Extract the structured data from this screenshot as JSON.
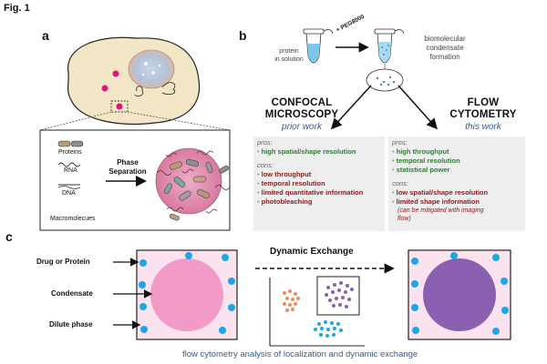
{
  "figure": {
    "title": "Fig. 1",
    "panels": {
      "a": "a",
      "b": "b",
      "c": "c"
    }
  },
  "panel_a": {
    "legend": {
      "proteins": "Proteins",
      "rna": "RNA",
      "dna": "DNA",
      "macromolecules": "Macromolecues"
    },
    "arrow_label_1": "Phase",
    "arrow_label_2": "Separation"
  },
  "panel_b": {
    "protein_label_1": "protein",
    "protein_label_2": "in solution",
    "peg_label": "+ PEG8000",
    "condensate_label_1": "biomolecular",
    "condensate_label_2": "condensate",
    "condensate_label_3": "formation",
    "confocal": {
      "title_1": "CONFOCAL",
      "title_2": "MICROSCOPY",
      "subtitle": "prior work",
      "pros_heading": "pros:",
      "pros": [
        "high spatial/shape resolution"
      ],
      "cons_heading": "cons:",
      "cons": [
        "low throughput",
        "temporal resolution",
        "limited quantitative information",
        "photobleaching"
      ]
    },
    "flow": {
      "title_1": "FLOW",
      "title_2": "CYTOMETRY",
      "subtitle": "this work",
      "pros_heading": "pros:",
      "pros": [
        "high throughput",
        "temporal resolution",
        "statistical power"
      ],
      "cons_heading": "cons:",
      "cons": [
        "low spatial/shape resolution",
        "limited shape information"
      ],
      "note_1": "(can be mitigated with imaging",
      "note_2": "flow)"
    }
  },
  "panel_c": {
    "drug_label": "Drug or Protein",
    "condensate_label": "Condensate",
    "dilute_label": "Dilute phase",
    "exchange_label": "Dynamic Exchange",
    "caption": "flow cytometry analysis of localization and dynamic exchange"
  },
  "colors": {
    "cell_fill": "#f3e6c6",
    "nucleus": "#b9c6d9",
    "magenta": "#e0157a",
    "condensate_pink": "#f29bc6",
    "condensate_purple": "#8b5fb0",
    "dilute_bg": "#fbe2ef",
    "blue_dot": "#1aa7e8",
    "orange_dot": "#f08a5d",
    "purple_dot": "#8b5fb0",
    "pro_green": "#2e7d32",
    "con_red": "#8b1a1a",
    "accent_blue": "#2f5c9a",
    "tube_liquid": "#7ec6ee"
  }
}
